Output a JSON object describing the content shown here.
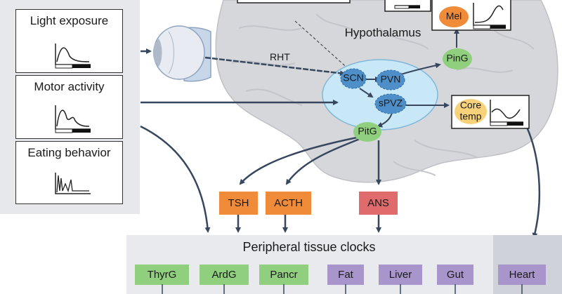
{
  "colors": {
    "hypothalamus": "#c9e8f7",
    "scn": "#4f8fc9",
    "pvn": "#4f8fc9",
    "green_node": "#8fcf7d",
    "orange": "#f08b3a",
    "red": "#e06b6d",
    "purple": "#a895cc",
    "arrow": "#37475d"
  },
  "left_panel": {
    "title_fragment": "...al cues",
    "cards": [
      "Light exposure",
      "Motor activity",
      "Eating behavior"
    ]
  },
  "brain": {
    "hypothalamus_label": "Hypothalamus",
    "rht_label": "RHT",
    "nodes": {
      "scn": "SCN",
      "pvn": "PVN",
      "spvz": "sPVZ",
      "ping": "PinG",
      "pitg": "PitG"
    }
  },
  "outputs": {
    "mel": "Mel",
    "core_temp_line1": "Core",
    "core_temp_line2": "temp"
  },
  "hormones": {
    "tsh": "TSH",
    "acth": "ACTH",
    "ans": "ANS"
  },
  "peripheral": {
    "title": "Peripheral tissue clocks",
    "tissues": [
      "ThyrG",
      "ArdG",
      "Pancr",
      "Fat",
      "Liver",
      "Gut",
      "Heart"
    ]
  }
}
